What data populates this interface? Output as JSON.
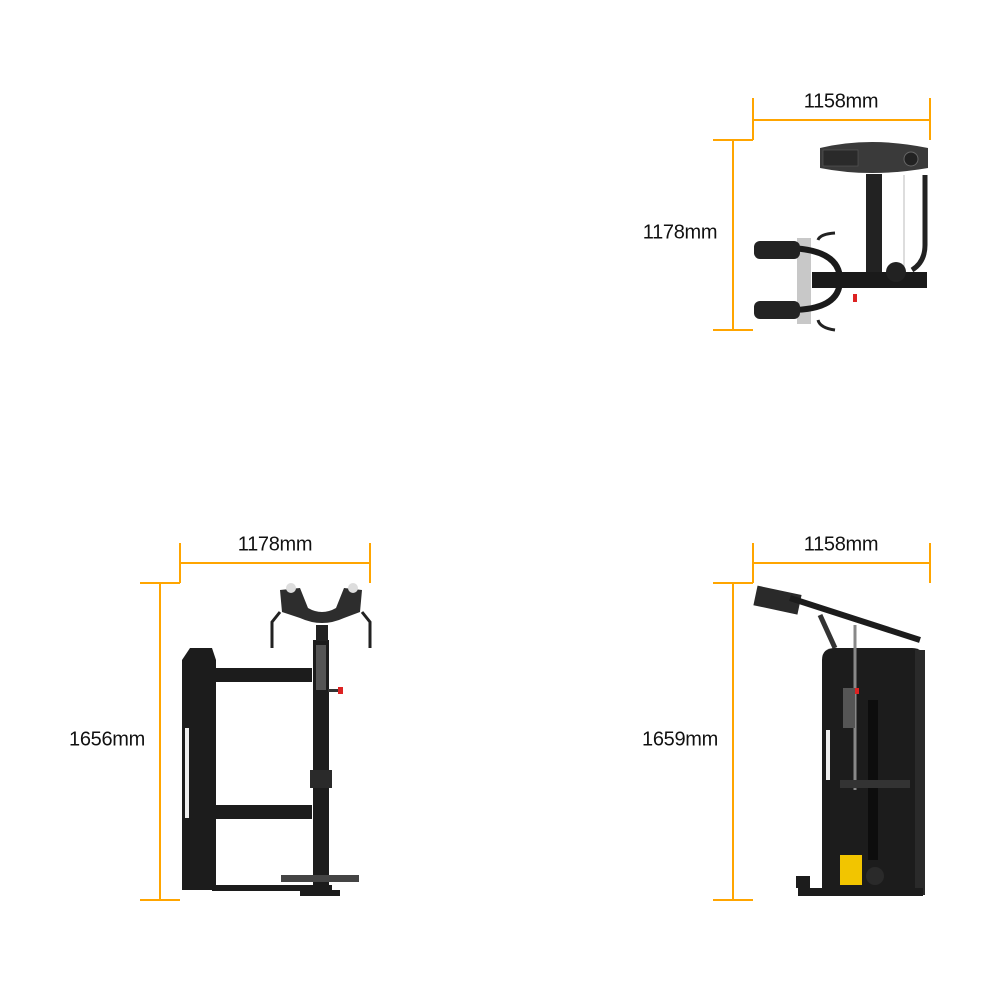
{
  "colors": {
    "dimension_line": "#FFA500",
    "machine": "#1c1c1c",
    "text": "#111111"
  },
  "views": [
    {
      "name": "top-view",
      "width_label": "1158mm",
      "height_label": "1178mm"
    },
    {
      "name": "side-view",
      "width_label": "1178mm",
      "height_label": "1656mm"
    },
    {
      "name": "front-view",
      "width_label": "1158mm",
      "height_label": "1659mm"
    }
  ]
}
